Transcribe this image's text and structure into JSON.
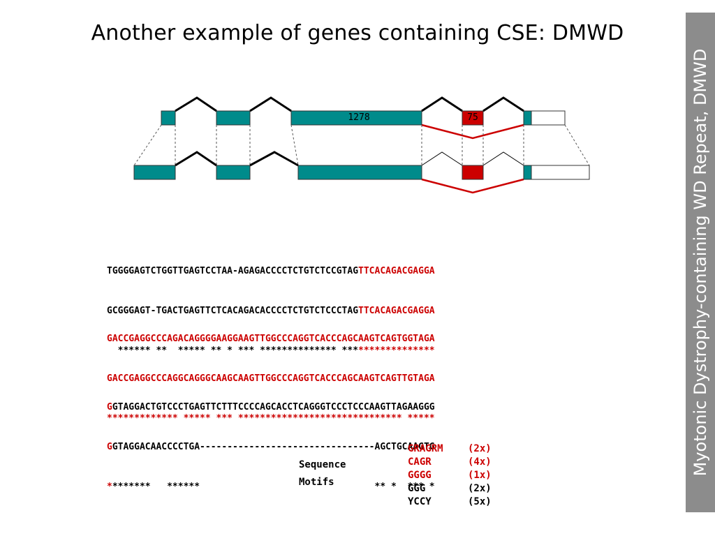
{
  "title": "Another example of genes containing CSE:  DMWD",
  "sidebar": {
    "text": "Myotonic Dystrophy-containing WD Repeat, DMWD"
  },
  "diagram": {
    "exon_labels": {
      "large_exon": "1278",
      "small_exon": "75"
    },
    "colors": {
      "exon": "#008b8b",
      "alt_exon": "#cc0000",
      "intron_line": "#000000",
      "alt_splice": "#cc0000"
    }
  },
  "alignment": {
    "block1": {
      "line1": {
        "black": "TGGGGAGTCTGGTTGAGTCCTAA-AGAGACCCCTCTGTCTCCGTAG",
        "red": "TTCACAGACGAGGA"
      },
      "line2": {
        "black": "GCGGGAGT-TGACTGAGTTCTCACAGACACCCCTCTGTCTCCCTAG",
        "red": "TTCACAGACGAGGA"
      },
      "line3": {
        "black": "  ****** **  ***** ** * *** ************** ***",
        "red": "**************"
      }
    },
    "block2": {
      "line1": "GACCGAGGCCCAGACAGGGGAAGGAAGTTGGCCCAGGTCACCCAGCAAGTCAGTGGTAGA",
      "line2": "GACCGAGGCCCAGGCAGGGCAAGCAAGTTGGCCCAGGTCACCCAGCAAGTCAGTTGTAGA",
      "line3": "************* ***** *** ****************************** *****"
    },
    "block3": {
      "line1": {
        "red": "G",
        "black": "GTAGGACTGTCCCTGAGTTCTTTCCCCAGCACCTCAGGGTCCCTCCCAAGTTAGAAGGG"
      },
      "line2": {
        "red": "G",
        "black": "GTAGGACAACCCCTGA--------------------------------AGCTGCAAGTG"
      },
      "line3": {
        "red": "*",
        "black": "*******   ******                                ** *  *** *"
      }
    }
  },
  "motifs": {
    "label_line1": "Sequence",
    "label_line2": "Motifs",
    "items": [
      {
        "name": "GRAGRM",
        "count": "(2x)",
        "color": "#cc0000"
      },
      {
        "name": "CAGR",
        "count": "(4x)",
        "color": "#cc0000"
      },
      {
        "name": "GGGG",
        "count": "(1x)",
        "color": "#cc0000"
      },
      {
        "name": "GGG",
        "count": "(2x)",
        "color": "#000000"
      },
      {
        "name": "YCCY",
        "count": "(5x)",
        "color": "#000000"
      }
    ]
  }
}
